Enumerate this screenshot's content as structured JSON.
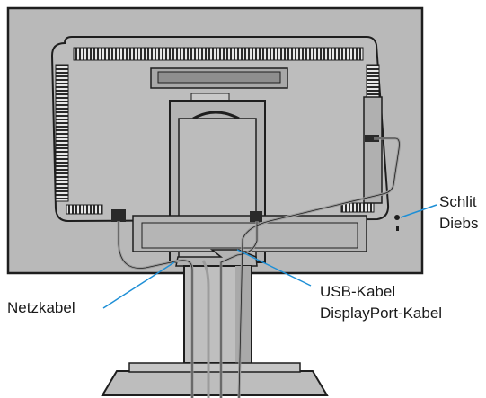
{
  "labels": {
    "power_cable": "Netzkabel",
    "usb_cable": "USB-Kabel",
    "displayport_cable": "DisplayPort-Kabel",
    "security_slot_line1": "Schlit",
    "security_slot_line2": "Diebs"
  },
  "colors": {
    "panel": "#b9b9b9",
    "outline": "#1e1e1e",
    "housing": "#bdbdbd",
    "housing_dark": "#9a9a9a",
    "vent": "#2a2a2a",
    "leader_line": "#1e8fd6",
    "text": "#1a1a1a"
  },
  "icons": [
    "monitor-back-illustration",
    "stand-icon",
    "lock-slot-icon",
    "cable-icon"
  ]
}
